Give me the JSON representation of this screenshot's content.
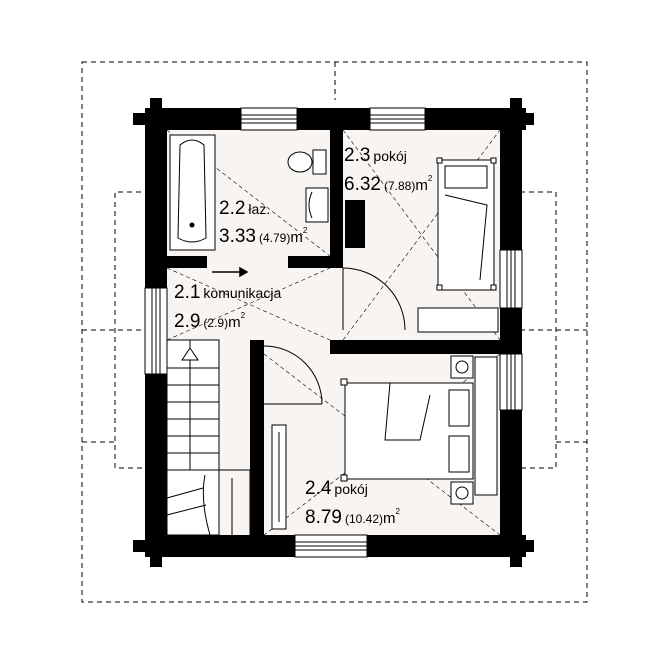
{
  "rooms": [
    {
      "id": "lazienka",
      "number": "2.2",
      "name": "łaz.",
      "area": "3.33",
      "area_alt": "(4.79)",
      "unit": "m",
      "exp": "2"
    },
    {
      "id": "pokoj-23",
      "number": "2.3",
      "name": "pokój",
      "area": "6.32",
      "area_alt": "(7.88)",
      "unit": "m",
      "exp": "2"
    },
    {
      "id": "komunikacja",
      "number": "2.1",
      "name": "komunikacja",
      "area": "2.9",
      "area_alt": "(2.9)",
      "unit": "m",
      "exp": "2"
    },
    {
      "id": "pokoj-24",
      "number": "2.4",
      "name": "pokój",
      "area": "8.79",
      "area_alt": "(10.42)",
      "unit": "m",
      "exp": "2"
    }
  ],
  "colors": {
    "wall": "#000000",
    "floor": "#f7f4f1",
    "line": "#000000"
  }
}
